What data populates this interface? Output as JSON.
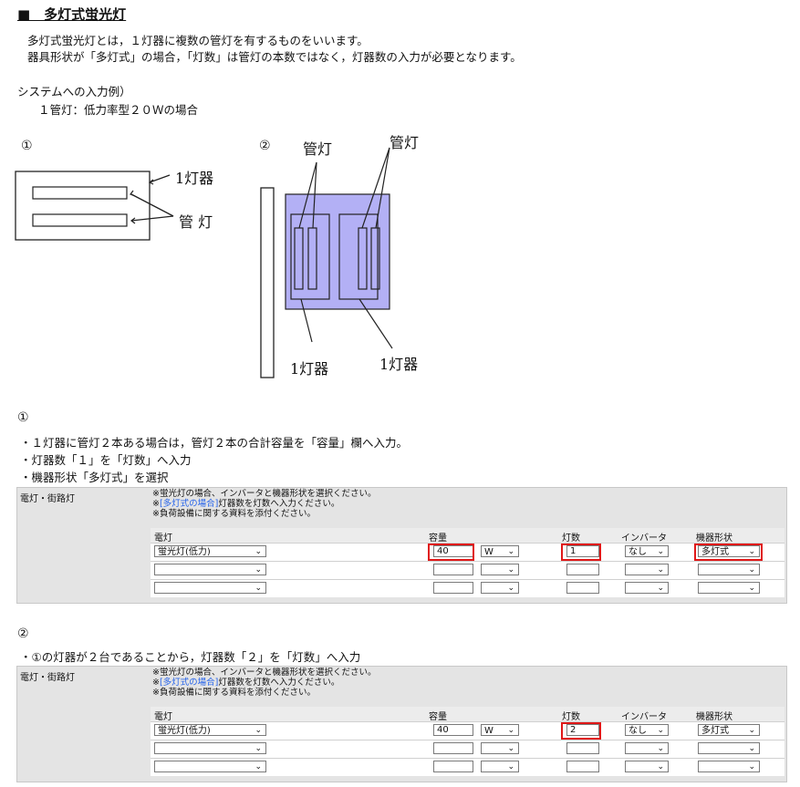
{
  "header": {
    "title": "■　多灯式蛍光灯",
    "desc1": "多灯式蛍光灯とは，１灯器に複数の管灯を有するものをいいます。",
    "desc2": "器具形状が「多灯式」の場合，「灯数」は管灯の本数ではなく，灯器数の入力が必要となります。",
    "example_head": "システムへの入力例）",
    "example_case": "１管灯：低力率型２０Ｗの場合"
  },
  "figure1": {
    "num": "①",
    "fixture_label": "1灯器",
    "tube_label": "管 灯"
  },
  "figure2": {
    "num": "②",
    "tube_label_left": "管灯",
    "tube_label_right": "管灯",
    "fixture_label_left": "1灯器",
    "fixture_label_right": "1灯器",
    "box_color": "#b3b0f5"
  },
  "section1": {
    "num": "①",
    "b1": "・１灯器に管灯２本ある場合は，管灯２本の合計容量を「容量」欄へ入力。",
    "b2": "・灯器数「１」を「灯数」へ入力",
    "b3": "・機器形状「多灯式」を選択"
  },
  "section2": {
    "num": "②",
    "b1": "・①の灯器が２台であることから，灯器数「２」を「灯数」へ入力"
  },
  "form_common": {
    "label": "電灯・街路灯",
    "note1": "※蛍光灯の場合、インバータと機器形状を選択ください。",
    "note2_pre": "※",
    "note2_link": "[多灯式の場合]",
    "note2_post": "灯器数を灯数へ入力ください。",
    "note3": "※負荷設備に関する資料を添付ください。",
    "col_lamp": "電灯",
    "col_capacity": "容量",
    "col_count": "灯数",
    "col_inverter": "インバータ",
    "col_shape": "機器形状",
    "chevron": "⌄"
  },
  "form1": {
    "lamp": "蛍光灯(低力)",
    "capacity": "40",
    "unit": "W",
    "count": "1",
    "inverter": "なし",
    "shape": "多灯式"
  },
  "form2": {
    "lamp": "蛍光灯(低力)",
    "capacity": "40",
    "unit": "W",
    "count": "2",
    "inverter": "なし",
    "shape": "多灯式"
  },
  "colors": {
    "highlight": "#e01818",
    "link": "#2563eb"
  }
}
